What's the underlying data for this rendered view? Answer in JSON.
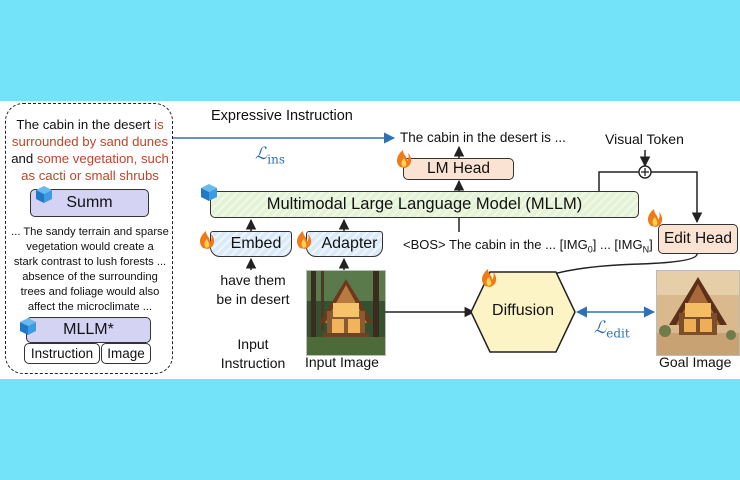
{
  "left_panel": {
    "expressive_prefix": "The cabin in the desert ",
    "expressive_red_1": "is",
    "expressive_red_2": "surrounded by sand dunes",
    "expressive_plain": "and ",
    "expressive_red_3": "some vegetation, such",
    "expressive_red_4": "as cacti or small shrubs",
    "summ_label": "Summ",
    "detail_lines": [
      "... The sandy terrain and sparse",
      "vegetation would create a",
      "stark contrast to lush forests ...",
      "absence of the surrounding",
      "trees and foliage would also",
      "affect the microclimate ..."
    ],
    "mllm_star_label": "MLLM*",
    "instruction_label": "Instruction",
    "image_label": "Image"
  },
  "labels": {
    "expressive_instruction": "Expressive Instruction",
    "loss_ins_main": "ℒ",
    "loss_ins_sub": "ins",
    "output_text": "The cabin in the desert is ...",
    "visual_token": "Visual Token",
    "lm_head": "LM Head",
    "mllm": "Multimodal Large Language Model (MLLM)",
    "embed": "Embed",
    "adapter": "Adapter",
    "token_sequence_prefix": "<BOS> The cabin in the ...  [IMG",
    "token_sub_0": "0",
    "token_mid": "] ... [IMG",
    "token_sub_n": "N",
    "token_end": "]",
    "edit_head": "Edit Head",
    "instruction_line_1": "have them",
    "instruction_line_2": "be in desert",
    "input_instruction_1": "Input",
    "input_instruction_2": "Instruction",
    "input_image": "Input Image",
    "diffusion": "Diffusion",
    "loss_edit_main": "ℒ",
    "loss_edit_sub": "edit",
    "goal_image": "Goal Image",
    "plus_sign": "+"
  },
  "icons": [
    "cube-icon",
    "flame-icon",
    "cabin-photo",
    "desert-cabin-photo"
  ],
  "colors": {
    "background": "#73e3f9",
    "lavender": "#d5d3f4",
    "green": "#e4f3d6",
    "peach": "#fbe3d3",
    "light_blue": "#dbeaf8",
    "red_text": "#c0452a",
    "blue_text": "#2f6fb6",
    "diffusion": "#fdf4c6"
  }
}
